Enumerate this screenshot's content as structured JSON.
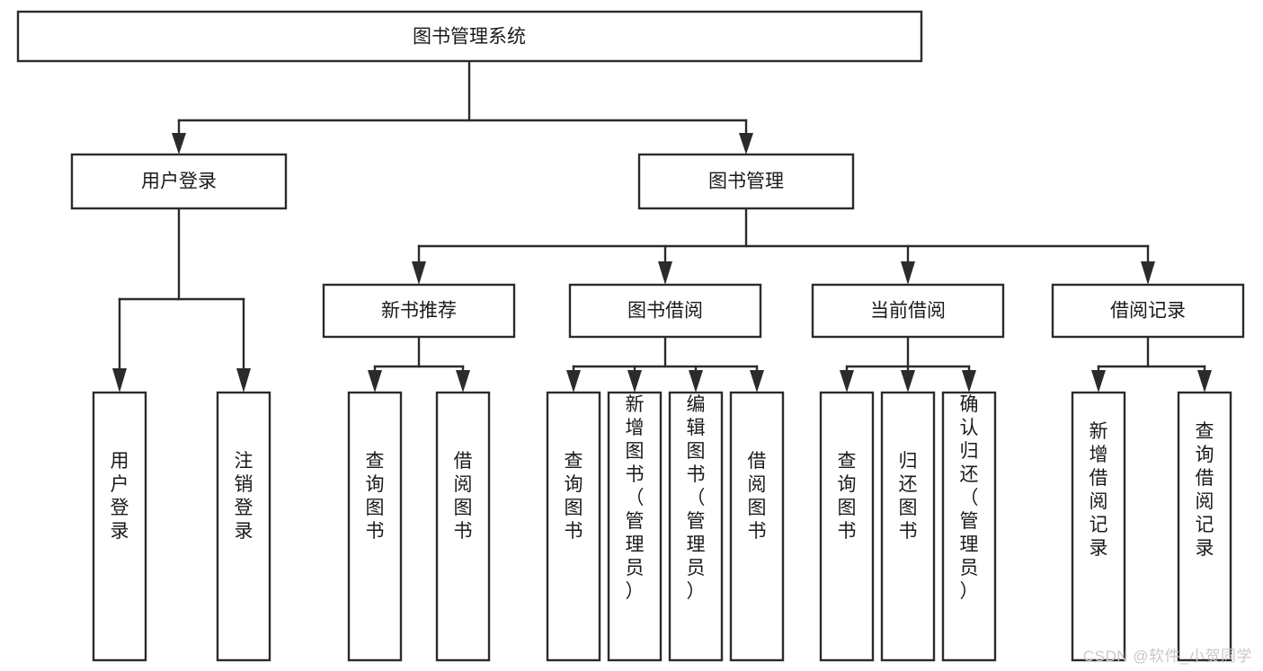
{
  "diagram": {
    "type": "tree-hierarchy-chart",
    "title": "图书管理系统",
    "watermark": "CSDN @软件_小贺同学",
    "colors": {
      "stroke": "#2b2b2b",
      "fill": "#ffffff",
      "text": "#1a1a1a",
      "watermark": "#c9c9c9"
    },
    "levels": [
      {
        "level": 1,
        "nodes": [
          {
            "id": "root",
            "label": "图书管理系统",
            "orientation": "horizontal"
          }
        ]
      },
      {
        "level": 2,
        "nodes": [
          {
            "id": "login",
            "label": "用户登录",
            "orientation": "horizontal",
            "parent": "root"
          },
          {
            "id": "bookmgmt",
            "label": "图书管理",
            "orientation": "horizontal",
            "parent": "root"
          }
        ]
      },
      {
        "level": 3,
        "nodes": [
          {
            "id": "newbook",
            "label": "新书推荐",
            "orientation": "horizontal",
            "parent": "bookmgmt"
          },
          {
            "id": "borrow",
            "label": "图书借阅",
            "orientation": "horizontal",
            "parent": "bookmgmt"
          },
          {
            "id": "current",
            "label": "当前借阅",
            "orientation": "horizontal",
            "parent": "bookmgmt"
          },
          {
            "id": "records",
            "label": "借阅记录",
            "orientation": "horizontal",
            "parent": "bookmgmt"
          }
        ]
      },
      {
        "level": 4,
        "nodes": [
          {
            "id": "leaf1",
            "label": "用户登录",
            "orientation": "vertical",
            "parent": "login"
          },
          {
            "id": "leaf2",
            "label": "注销登录",
            "orientation": "vertical",
            "parent": "login"
          },
          {
            "id": "leaf3",
            "label": "查询图书",
            "orientation": "vertical",
            "parent": "newbook"
          },
          {
            "id": "leaf4",
            "label": "借阅图书",
            "orientation": "vertical",
            "parent": "newbook"
          },
          {
            "id": "leaf5",
            "label": "查询图书",
            "orientation": "vertical",
            "parent": "borrow"
          },
          {
            "id": "leaf6",
            "label": "新增图书（管理员）",
            "orientation": "vertical",
            "parent": "borrow"
          },
          {
            "id": "leaf7",
            "label": "编辑图书（管理员）",
            "orientation": "vertical",
            "parent": "borrow"
          },
          {
            "id": "leaf8",
            "label": "借阅图书",
            "orientation": "vertical",
            "parent": "borrow"
          },
          {
            "id": "leaf9",
            "label": "查询图书",
            "orientation": "vertical",
            "parent": "current"
          },
          {
            "id": "leaf10",
            "label": "归还图书",
            "orientation": "vertical",
            "parent": "current"
          },
          {
            "id": "leaf11",
            "label": "确认归还（管理员）",
            "orientation": "vertical",
            "parent": "current"
          },
          {
            "id": "leaf12",
            "label": "新增借阅记录",
            "orientation": "vertical",
            "parent": "records"
          },
          {
            "id": "leaf13",
            "label": "查询借阅记录",
            "orientation": "vertical",
            "parent": "records"
          }
        ]
      }
    ]
  }
}
